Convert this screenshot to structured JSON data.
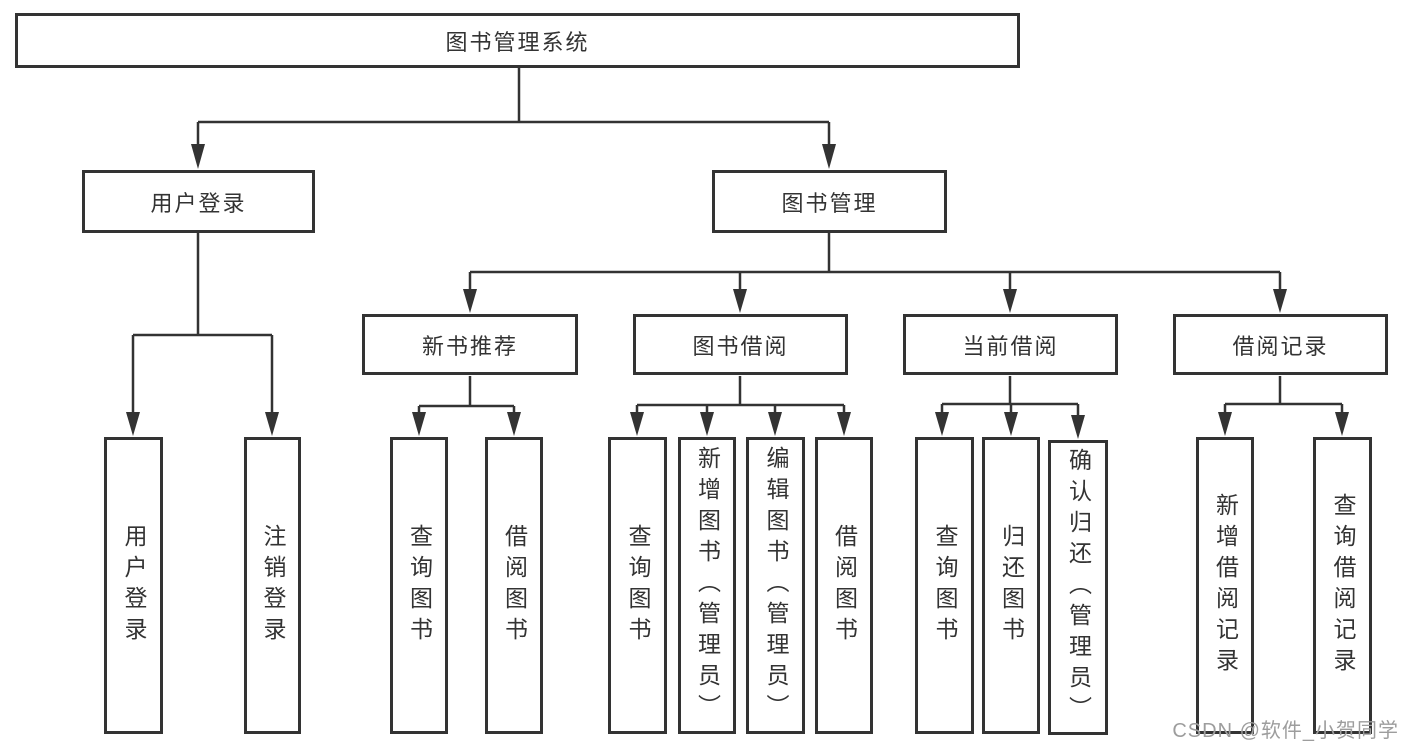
{
  "tree": {
    "root": "图书管理系统",
    "branches": [
      {
        "label": "用户登录",
        "children": [
          "用户登录",
          "注销登录"
        ]
      },
      {
        "label": "图书管理",
        "sections": [
          {
            "label": "新书推荐",
            "children": [
              "查询图书",
              "借阅图书"
            ]
          },
          {
            "label": "图书借阅",
            "children": [
              "查询图书",
              "新增图书（管理员）",
              "编辑图书（管理员）",
              "借阅图书"
            ]
          },
          {
            "label": "当前借阅",
            "children": [
              "查询图书",
              "归还图书",
              "确认归还（管理员）"
            ]
          },
          {
            "label": "借阅记录",
            "children": [
              "新增借阅记录",
              "查询借阅记录"
            ]
          }
        ]
      }
    ]
  },
  "watermark": {
    "text": "CSDN @软件_小贺同学",
    "color": "#9d9d9d"
  },
  "colors": {
    "line": "#333333",
    "text": "#333333",
    "background": "#ffffff"
  }
}
